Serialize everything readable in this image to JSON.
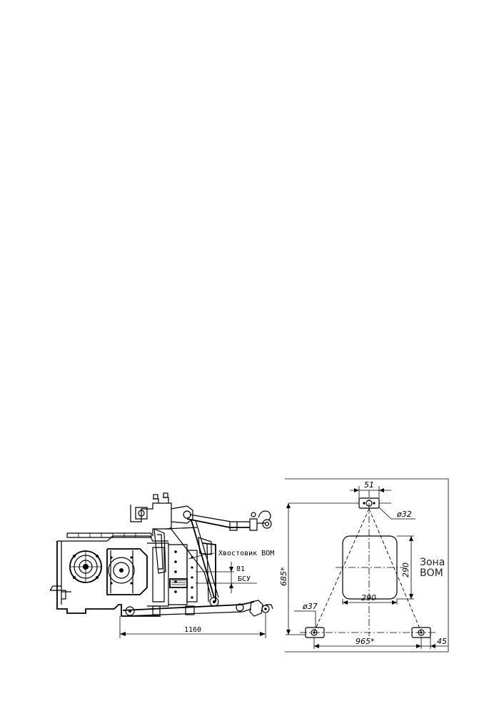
{
  "left_figure": {
    "callout_pto_shank": "Хвостовик ВОМ",
    "dim_81": "81",
    "label_bsu": "БСУ",
    "dim_1160": "1160"
  },
  "right_figure": {
    "dim_51": "51",
    "dim_d32": "ø32",
    "dim_685": "685*",
    "dim_290_vertical": "290",
    "zone_line1": "Зона",
    "zone_line2": "ВОМ",
    "dim_290_horizontal": "290",
    "dim_d37": "ø37",
    "dim_965": "965*",
    "dim_45": "45"
  }
}
